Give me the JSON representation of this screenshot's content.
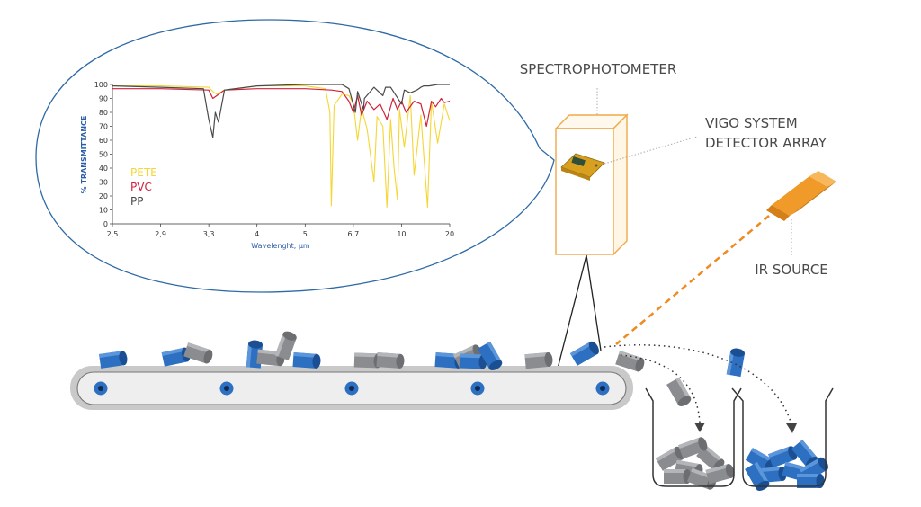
{
  "labels": {
    "spectrophotometer": "SPECTROPHOTOMETER",
    "vigo_line1": "VIGO SYSTEM",
    "vigo_line2": "DETECTOR ARRAY",
    "ir_source": "IR SOURCE"
  },
  "colors": {
    "pete": "#f5d633",
    "pvc": "#d0213b",
    "pp": "#4a4a4a",
    "axis_title": "#2c5ea8",
    "bubble_outline": "#2e6aa6",
    "cabinet": "#f0a94a",
    "source": "#f09a2a",
    "beam": "#f08a20",
    "pellet_blue": "#2d6fc0",
    "pellet_gray": "#8a8c8f"
  },
  "chart_data": {
    "type": "line",
    "ylabel": "% TRANSMITTANCE",
    "xlabel": "Wavelenght, µm",
    "x_tick_labels": [
      "2,5",
      "2,9",
      "3,3",
      "4",
      "5",
      "6,7",
      "10",
      "20"
    ],
    "y_tick_labels": [
      "0",
      "10",
      "20",
      "30",
      "40",
      "50",
      "60",
      "70",
      "80",
      "90",
      "100"
    ],
    "ylim": [
      0,
      100
    ],
    "x_scale": "wavenumber (reciprocal)",
    "x_ticks": [
      2.5,
      2.9,
      3.3,
      4,
      5,
      6.7,
      10,
      20
    ],
    "grid": false,
    "legend_position": "left",
    "series": [
      {
        "name": "PETE",
        "x": [
          2.5,
          2.9,
          3.3,
          3.35,
          3.4,
          3.5,
          4,
          5,
          5.6,
          5.75,
          5.8,
          5.9,
          6.2,
          6.5,
          6.7,
          6.9,
          7.1,
          7.4,
          7.8,
          8.0,
          8.4,
          8.7,
          9.0,
          9.3,
          9.6,
          9.8,
          10.3,
          11.0,
          11.5,
          12.5,
          13.7,
          14.5,
          16,
          18,
          20
        ],
        "y": [
          99,
          99,
          98,
          95,
          93,
          96,
          99,
          99,
          97,
          80,
          13,
          85,
          93,
          92,
          86,
          60,
          83,
          68,
          30,
          77,
          70,
          12,
          75,
          40,
          17,
          82,
          55,
          92,
          35,
          78,
          12,
          88,
          58,
          86,
          74
        ]
      },
      {
        "name": "PVC",
        "x": [
          2.5,
          2.9,
          3.3,
          3.35,
          3.4,
          3.5,
          4,
          5,
          5.8,
          6.2,
          6.5,
          6.7,
          6.9,
          7.1,
          7.4,
          7.8,
          8.2,
          8.7,
          9.2,
          9.6,
          10,
          10.5,
          11.5,
          12.5,
          13.5,
          14.5,
          15.5,
          17,
          18,
          20
        ],
        "y": [
          97,
          97,
          96,
          90,
          92,
          96,
          97,
          97,
          96,
          95,
          88,
          80,
          92,
          78,
          88,
          82,
          86,
          75,
          90,
          82,
          88,
          80,
          88,
          86,
          70,
          88,
          84,
          90,
          87,
          88
        ]
      },
      {
        "name": "PP",
        "x": [
          2.5,
          2.9,
          3.25,
          3.3,
          3.35,
          3.38,
          3.42,
          3.5,
          4,
          5,
          5.8,
          6.2,
          6.5,
          6.8,
          6.9,
          7.2,
          7.25,
          7.8,
          8.4,
          8.6,
          9.0,
          10.0,
          10.3,
          11.0,
          11.9,
          12.5,
          13,
          14,
          16,
          18,
          20
        ],
        "y": [
          99,
          98,
          97,
          75,
          62,
          80,
          73,
          96,
          99,
          100,
          100,
          100,
          97,
          80,
          95,
          82,
          90,
          98,
          92,
          98,
          98,
          86,
          96,
          94,
          96,
          98,
          99,
          99,
          100,
          100,
          100
        ]
      }
    ]
  }
}
